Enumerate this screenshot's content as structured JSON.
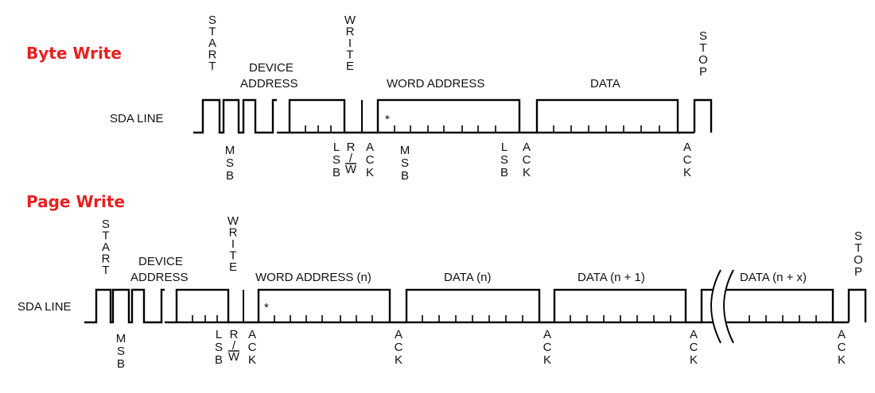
{
  "colors": {
    "section_title": "#e8201f",
    "ink": "#000000",
    "background": "#ffffff"
  },
  "byte_write": {
    "title": "Byte Write",
    "line_label": "SDA LINE",
    "labels": {
      "start": "START",
      "device_address": [
        "DEVICE",
        "ADDRESS"
      ],
      "write": "WRITE",
      "word_address": "WORD ADDRESS",
      "data": "DATA",
      "stop": "STOP",
      "star": "*"
    },
    "bottom_labels": {
      "msb_1": "MSB",
      "lsb_1": "LSB",
      "rw": [
        "R",
        "/",
        "W"
      ],
      "ack_1": "ACK",
      "msb_2": "MSB",
      "lsb_2": "LSB",
      "ack_2": "ACK",
      "ack_3": "ACK"
    }
  },
  "page_write": {
    "title": "Page Write",
    "line_label": "SDA LINE",
    "labels": {
      "start": "START",
      "device_address": [
        "DEVICE",
        "ADDRESS"
      ],
      "write": "WRITE",
      "word_address": "WORD ADDRESS (n)",
      "data_n": "DATA (n)",
      "data_n1": "DATA (n + 1)",
      "data_nx": "DATA (n + x)",
      "stop": "STOP",
      "star": "*"
    },
    "bottom_labels": {
      "msb": "MSB",
      "lsb": "LSB",
      "rw": [
        "R",
        "/",
        "W"
      ],
      "ack_1": "ACK",
      "ack_2": "ACK",
      "ack_3": "ACK",
      "ack_4": "ACK",
      "ack_5": "ACK"
    }
  }
}
